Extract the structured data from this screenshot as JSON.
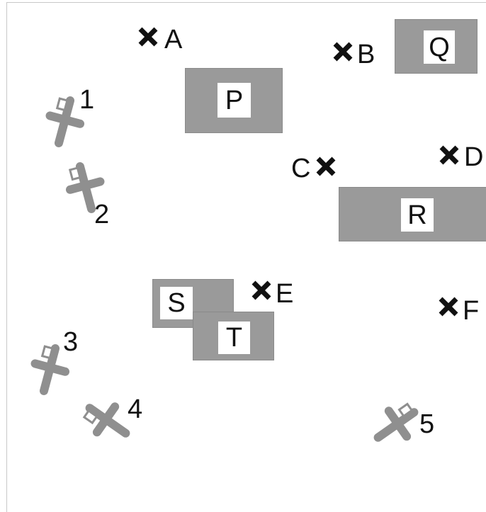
{
  "markers": [
    {
      "id": "marker-a",
      "label": "A"
    },
    {
      "id": "marker-b",
      "label": "B"
    },
    {
      "id": "marker-c",
      "label": "C"
    },
    {
      "id": "marker-d",
      "label": "D"
    },
    {
      "id": "marker-e",
      "label": "E"
    },
    {
      "id": "marker-f",
      "label": "F"
    }
  ],
  "buildings": [
    {
      "id": "building-p",
      "label": "P"
    },
    {
      "id": "building-q",
      "label": "Q"
    },
    {
      "id": "building-r",
      "label": "R"
    },
    {
      "id": "building-s",
      "label": "S"
    },
    {
      "id": "building-t",
      "label": "T"
    }
  ],
  "planes": [
    {
      "id": "plane-1",
      "label": "1"
    },
    {
      "id": "plane-2",
      "label": "2"
    },
    {
      "id": "plane-3",
      "label": "3"
    },
    {
      "id": "plane-4",
      "label": "4"
    },
    {
      "id": "plane-5",
      "label": "5"
    }
  ],
  "colors": {
    "building_fill": "#9a9a9a",
    "plane_fill": "#8f8f8f",
    "marker": "#111111"
  }
}
